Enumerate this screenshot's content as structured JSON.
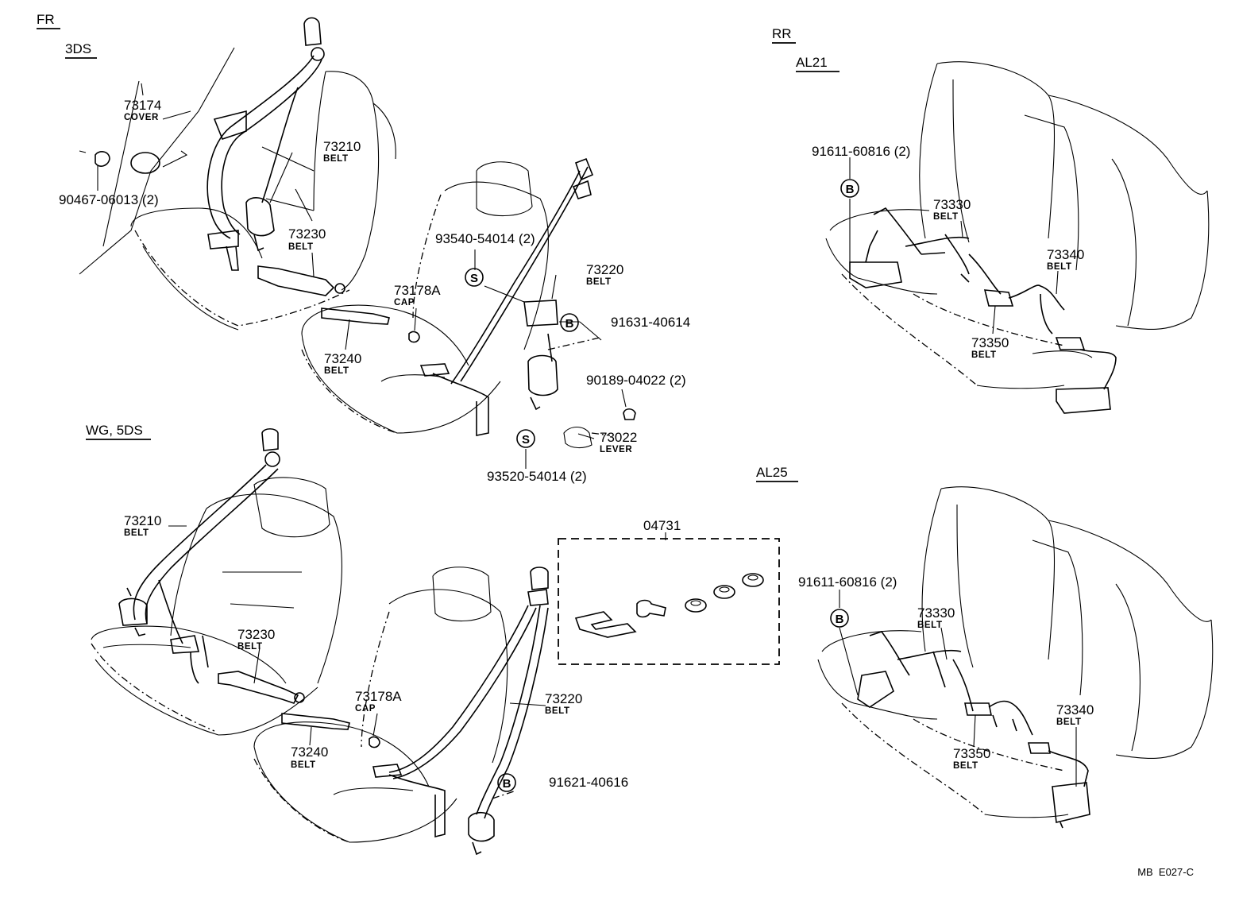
{
  "sections": {
    "fr": "FR",
    "rr": "RR",
    "three_ds": "3DS",
    "wg_5ds": "WG, 5DS",
    "al21": "AL21",
    "al25": "AL25"
  },
  "parts": {
    "p73174": {
      "num": "73174",
      "name": "COVER"
    },
    "p90467": {
      "num": "90467-06013 (2)"
    },
    "p73210_a": {
      "num": "73210",
      "name": "BELT"
    },
    "p73230_a": {
      "num": "73230",
      "name": "BELT"
    },
    "p93540": {
      "num": "93540-54014 (2)"
    },
    "p73178a_a": {
      "num": "73178A",
      "name": "CAP"
    },
    "p73220_a": {
      "num": "73220",
      "name": "BELT"
    },
    "p91631": {
      "num": "91631-40614"
    },
    "p73240_a": {
      "num": "73240",
      "name": "BELT"
    },
    "p90189": {
      "num": "90189-04022 (2)"
    },
    "p73022": {
      "num": "73022",
      "name": "LEVER"
    },
    "p93520": {
      "num": "93520-54014 (2)"
    },
    "p91611_a": {
      "num": "91611-60816 (2)"
    },
    "p73330_a": {
      "num": "73330",
      "name": "BELT"
    },
    "p73340_a": {
      "num": "73340",
      "name": "BELT"
    },
    "p73350_a": {
      "num": "73350",
      "name": "BELT"
    },
    "p73210_b": {
      "num": "73210",
      "name": "BELT"
    },
    "p73230_b": {
      "num": "73230",
      "name": "BELT"
    },
    "p04731": {
      "num": "04731"
    },
    "p73178a_b": {
      "num": "73178A",
      "name": "CAP"
    },
    "p73220_b": {
      "num": "73220",
      "name": "BELT"
    },
    "p73240_b": {
      "num": "73240",
      "name": "BELT"
    },
    "p91621": {
      "num": "91621-40616"
    },
    "p91611_b": {
      "num": "91611-60816 (2)"
    },
    "p73330_b": {
      "num": "73330",
      "name": "BELT"
    },
    "p73340_b": {
      "num": "73340",
      "name": "BELT"
    },
    "p73350_b": {
      "num": "73350",
      "name": "BELT"
    }
  },
  "markers": {
    "b": "B",
    "s": "S"
  },
  "footer": "MB  E027-C"
}
